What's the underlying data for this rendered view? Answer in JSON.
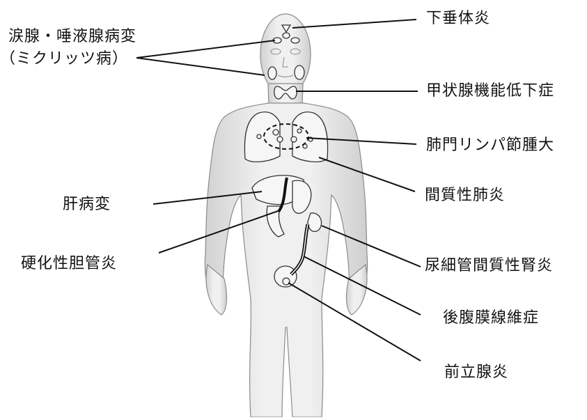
{
  "labels": {
    "lacrimal": "涙腺・唾液腺病変",
    "mikulicz": "（ミクリッツ病）",
    "pituitary": "下垂体炎",
    "thyroid": "甲状腺機能低下症",
    "hilar": "肺門リンパ節腫大",
    "interstitial_pneumonia": "間質性肺炎",
    "liver": "肝病変",
    "cholangitis": "硬化性胆管炎",
    "nephritis": "尿細管間質性腎炎",
    "retroperitoneal": "後腹膜線維症",
    "prostatitis": "前立腺炎"
  },
  "colors": {
    "body_fill": "#e9e9e9",
    "body_stroke": "#8a8a8a",
    "organ_stroke": "#333333",
    "leader_line": "#111111"
  }
}
